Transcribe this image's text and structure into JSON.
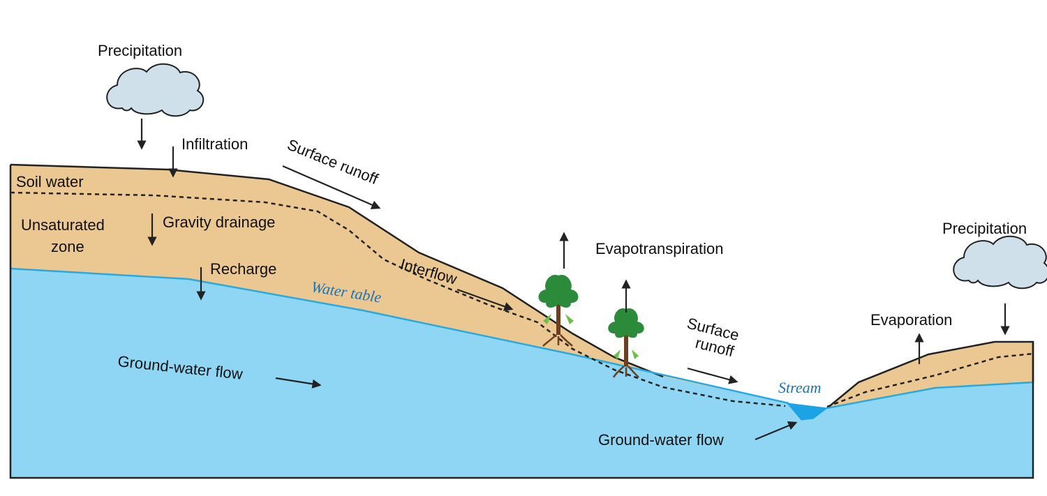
{
  "colors": {
    "soil": "#ebc792",
    "groundwater": "#8fd6f4",
    "water_table_line": "#29a9e0",
    "stream": "#1ca3e6",
    "cloud_fill": "#cfe0ea",
    "outline": "#222222",
    "blue_label": "#1b73b8",
    "tree_canopy": "#2c8a3b",
    "tree_trunk": "#6b3f1f"
  },
  "icons": [
    "cloud-icon",
    "tree-icon",
    "arrow-icon"
  ],
  "labels": {
    "precipitation_left": "Precipitation",
    "precipitation_right": "Precipitation",
    "infiltration": "Infiltration",
    "surface_runoff_upper": "Surface runoff",
    "soil_water": "Soil water",
    "unsaturated_zone_line1": "Unsaturated",
    "unsaturated_zone_line2": "zone",
    "gravity_drainage": "Gravity drainage",
    "recharge": "Recharge",
    "water_table": "Water table",
    "interflow": "Interflow",
    "evapotranspiration": "Evapotranspiration",
    "surface_runoff_lower_line1": "Surface",
    "surface_runoff_lower_line2": "runoff",
    "evaporation": "Evaporation",
    "stream": "Stream",
    "ground_water_flow_left": "Ground-water flow",
    "ground_water_flow_right": "Ground-water flow"
  }
}
